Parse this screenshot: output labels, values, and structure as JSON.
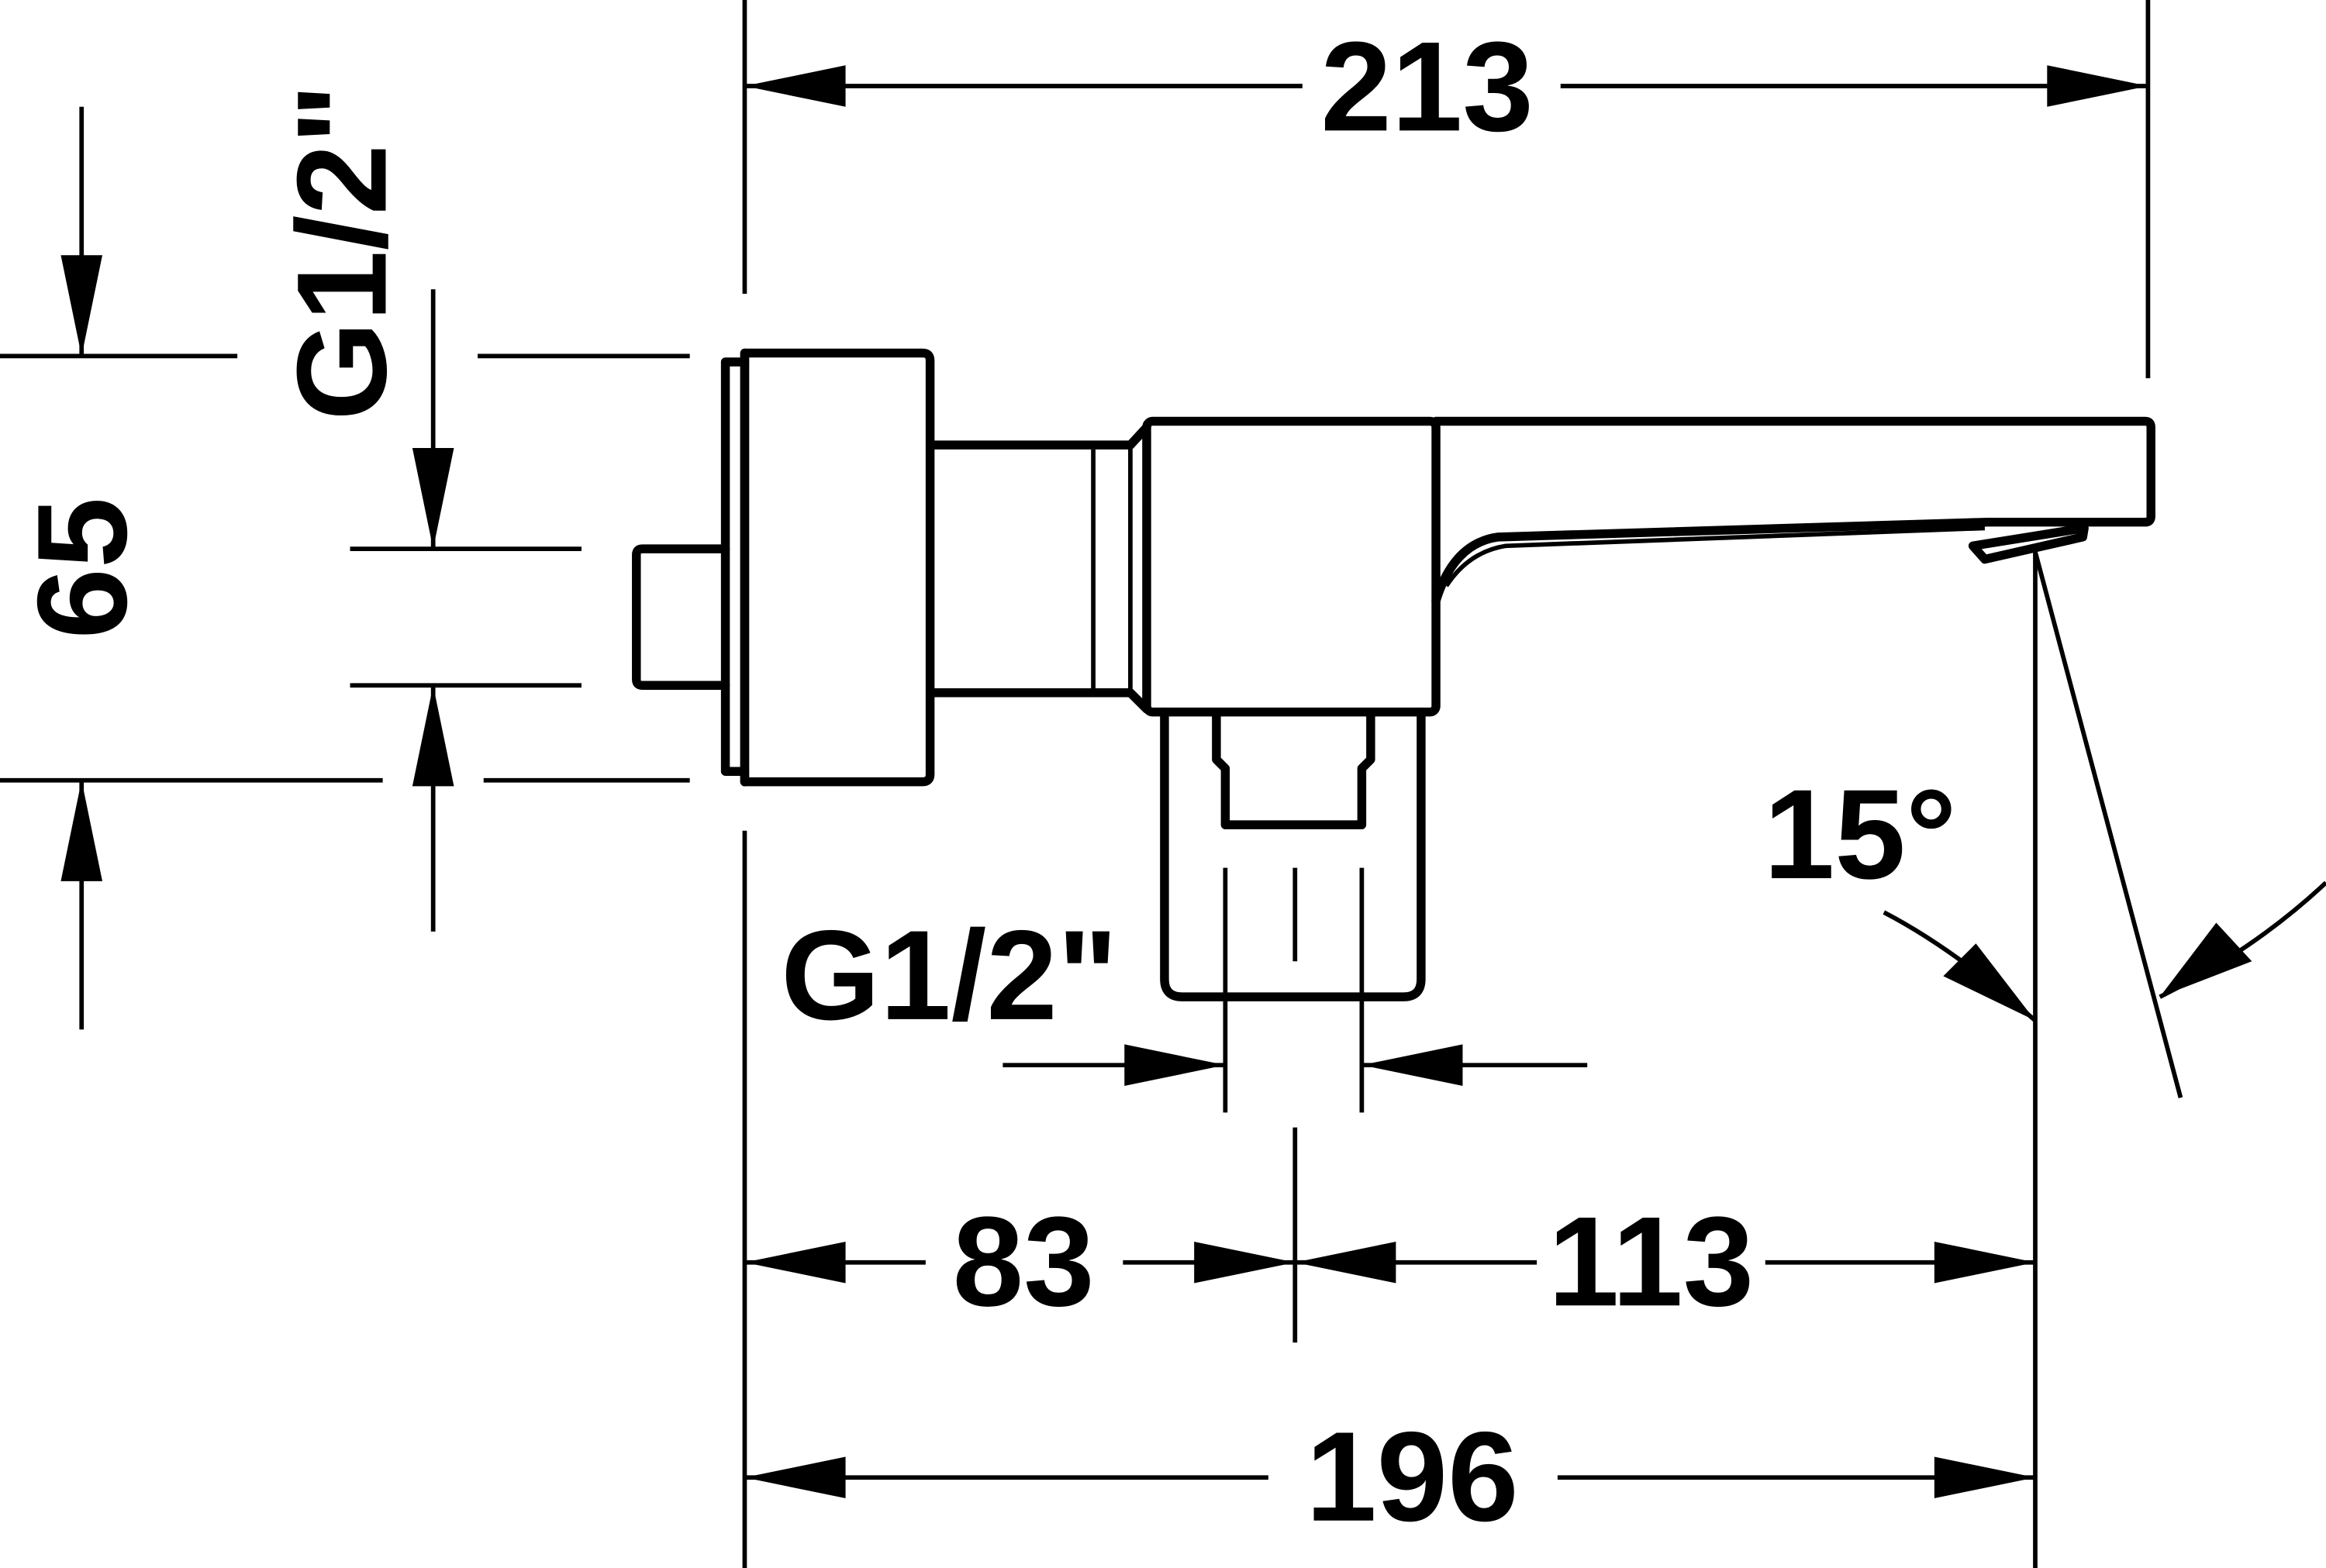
{
  "dimensions": {
    "overall_width": "213",
    "inlet_offset": "83",
    "spout_reach": "113",
    "wall_to_spout": "196",
    "height": "65",
    "wall_thread": "G1/2\"",
    "bottom_thread": "G1/2\"",
    "spout_angle": "15°"
  },
  "colors": {
    "line": "#000000",
    "background": "#ffffff"
  }
}
